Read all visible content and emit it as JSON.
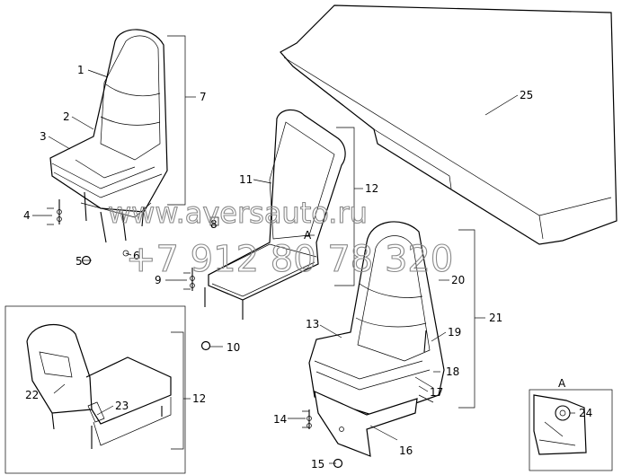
{
  "watermark": {
    "site": "www.aversauto.ru",
    "phone": "+7 912 80 78 320"
  },
  "callouts": [
    "1",
    "2",
    "3",
    "4",
    "5",
    "6",
    "7",
    "8",
    "9",
    "10",
    "11",
    "12",
    "12",
    "13",
    "14",
    "15",
    "16",
    "17",
    "18",
    "19",
    "20",
    "21",
    "22",
    "23",
    "24",
    "25"
  ],
  "detail_view": {
    "label": "A"
  },
  "section_marker": {
    "label": "A"
  }
}
